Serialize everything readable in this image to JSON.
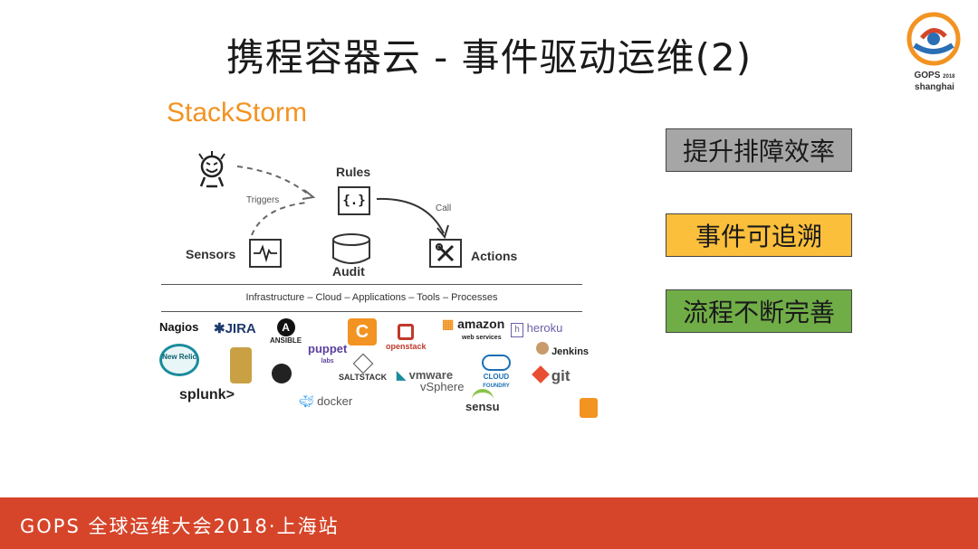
{
  "slide": {
    "title": "携程容器云 - 事件驱动运维(2)"
  },
  "logo": {
    "name": "GOPS",
    "year": "2018",
    "city": "shanghai"
  },
  "stackstorm": {
    "title": "StackStorm",
    "rules": "Rules",
    "rules_icon": "{.}",
    "triggers": "Triggers",
    "call": "Call",
    "sensors": "Sensors",
    "audit": "Audit",
    "actions": "Actions",
    "infra_line": "Infrastructure – Cloud – Applications – Tools – Processes"
  },
  "tools": {
    "nagios": "Nagios",
    "jira": "JIRA",
    "ansible": "ANSIBLE",
    "puppet": "puppet",
    "puppet_sub": "labs",
    "openstack": "openstack",
    "amazon": "amazon",
    "amazon_sub": "web services",
    "heroku": "heroku",
    "jenkins": "Jenkins",
    "newrelic": "New Relic",
    "saltstack": "SALTSTACK",
    "vmware": "vmware",
    "vsphere": "vSphere",
    "cloudfoundry": "CLOUD",
    "cloudfoundry_sub": "FOUNDRY",
    "git": "git",
    "splunk": "splunk>",
    "docker": "docker",
    "sensu": "sensu"
  },
  "tags": [
    {
      "label": "提升排障效率",
      "color": "#a6a6a6"
    },
    {
      "label": "事件可追溯",
      "color": "#fbbf3c"
    },
    {
      "label": "流程不断完善",
      "color": "#70ad47"
    }
  ],
  "footer": {
    "text": "GOPS 全球运维大会2018·上海站",
    "color": "#d6452a"
  },
  "colors": {
    "stackstorm_orange": "#f29322"
  }
}
